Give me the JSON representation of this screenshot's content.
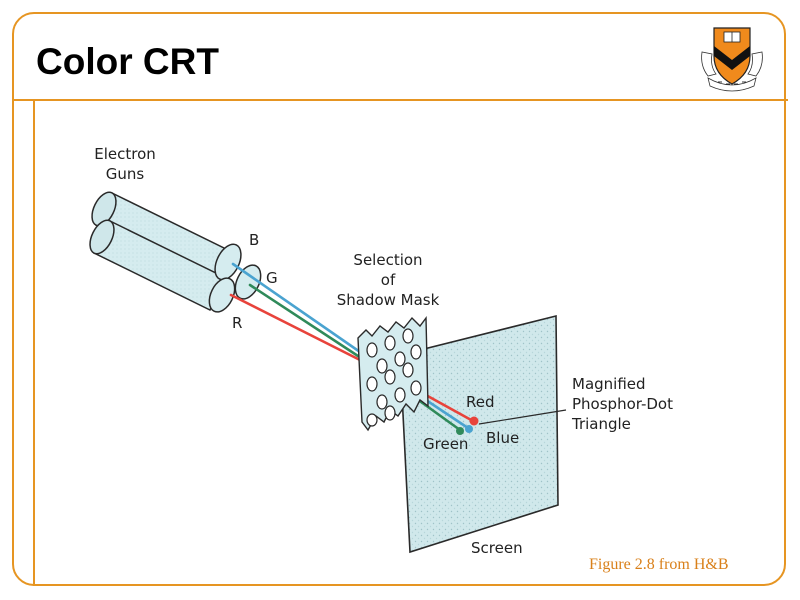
{
  "slide": {
    "title": "Color CRT",
    "caption": "Figure 2.8 from H&B"
  },
  "logo": {
    "name": "princeton-shield-icon"
  },
  "diagram": {
    "labels": {
      "electron_guns_1": "Electron",
      "electron_guns_2": "Guns",
      "gun_b": "B",
      "gun_g": "G",
      "gun_r": "R",
      "mask_1": "Selection",
      "mask_2": "of",
      "mask_3": "Shadow Mask",
      "red": "Red",
      "green": "Green",
      "blue": "Blue",
      "triangle_1": "Magnified",
      "triangle_2": "Phosphor-Dot",
      "triangle_3": "Triangle",
      "screen": "Screen"
    },
    "colors": {
      "frame": "#e69522",
      "beam_red": "#e8433b",
      "beam_green": "#2f8a5a",
      "beam_blue": "#4aa3d0",
      "gun_fill": "#d5ecef",
      "screen_fill": "#d0e8eb"
    }
  }
}
